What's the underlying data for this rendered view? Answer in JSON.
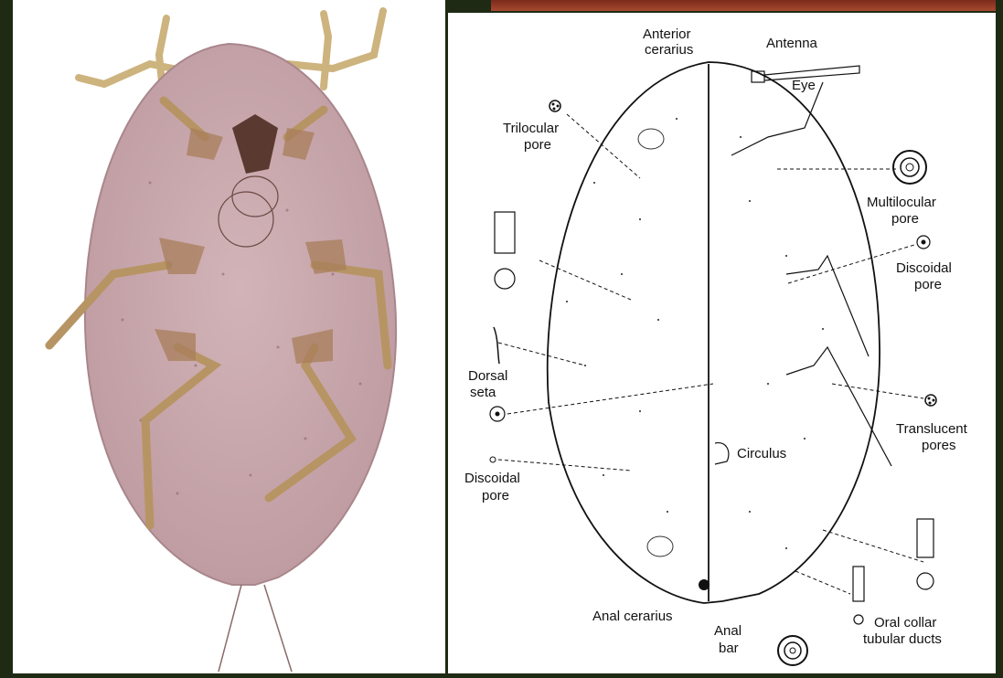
{
  "labels": {
    "anterior_cerarius_1": "Anterior",
    "anterior_cerarius_2": "cerarius",
    "antenna": "Antenna",
    "eye": "Eye",
    "trilocular_1": "Trilocular",
    "trilocular_2": "pore",
    "multilocular_1": "Multilocular",
    "multilocular_2": "pore",
    "discoidal_right_1": "Discoidal",
    "discoidal_right_2": "pore",
    "dorsal_seta_1": "Dorsal",
    "dorsal_seta_2": "seta",
    "translucent_1": "Translucent",
    "translucent_2": "pores",
    "circulus": "Circulus",
    "discoidal_left_1": "Discoidal",
    "discoidal_left_2": "pore",
    "anal_cerarius": "Anal cerarius",
    "anal_bar_1": "Anal",
    "anal_bar_2": "bar",
    "oral_collar_1": "Oral collar",
    "oral_collar_2": "tubular ducts"
  },
  "colors": {
    "background": "#1e2a14",
    "specimen_body": "#c9a9ad",
    "specimen_legs": "#d9c08f",
    "banner": "#a8492f"
  }
}
